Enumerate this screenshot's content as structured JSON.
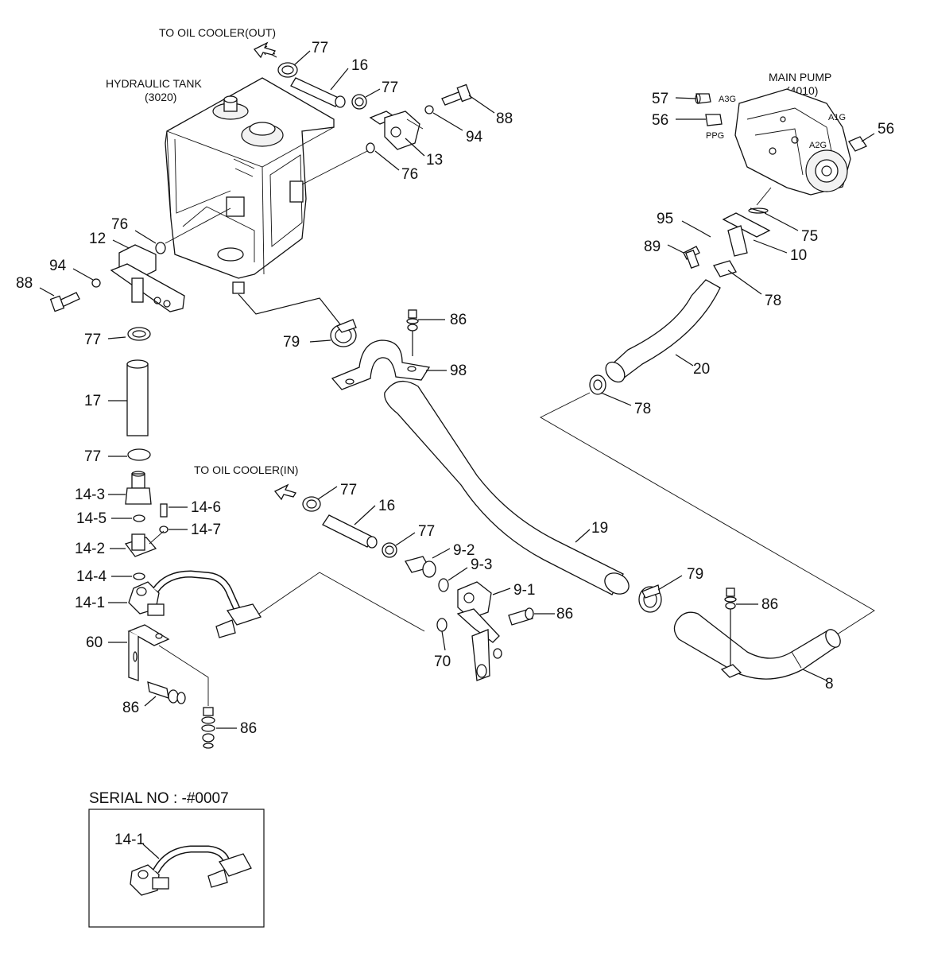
{
  "diagram": {
    "titles": {
      "to_oil_cooler_out": "TO OIL COOLER(OUT)",
      "to_oil_cooler_in": "TO OIL COOLER(IN)",
      "hydraulic_tank": "HYDRAULIC TANK",
      "hydraulic_tank_code": "(3020)",
      "main_pump": "MAIN PUMP",
      "main_pump_code": "(4010)"
    },
    "port_labels": {
      "a3g": "A3G",
      "a1g": "A1G",
      "a2g": "A2G",
      "ppg": "PPG"
    },
    "labels": {
      "l77_top": "77",
      "l16_top": "16",
      "l77_mid": "77",
      "l88_right": "88",
      "l94_right": "94",
      "l13": "13",
      "l76_right": "76",
      "l57": "57",
      "l56_left": "56",
      "l56_right": "56",
      "l95": "95",
      "l75": "75",
      "l89": "89",
      "l10": "10",
      "l78_top": "78",
      "l12": "12",
      "l76_left": "76",
      "l94_left": "94",
      "l88_left": "88",
      "l77_left": "77",
      "l79_top": "79",
      "l86_top": "86",
      "l98": "98",
      "l20": "20",
      "l78_mid": "78",
      "l17": "17",
      "l77_lower": "77",
      "l14_3": "14-3",
      "l14_6": "14-6",
      "l14_5": "14-5",
      "l14_7": "14-7",
      "l14_2": "14-2",
      "l14_4": "14-4",
      "l14_1": "14-1",
      "l60": "60",
      "l86_bl1": "86",
      "l86_bl2": "86",
      "l77_in": "77",
      "l16_in": "16",
      "l77_in2": "77",
      "l9_2": "9-2",
      "l9_3": "9-3",
      "l9_1": "9-1",
      "l86_mid": "86",
      "l70": "70",
      "l19": "19",
      "l79_bottom": "79",
      "l86_right": "86",
      "l8": "8"
    },
    "serial": {
      "title": "SERIAL NO : -#0007",
      "inset_label": "14-1"
    }
  }
}
